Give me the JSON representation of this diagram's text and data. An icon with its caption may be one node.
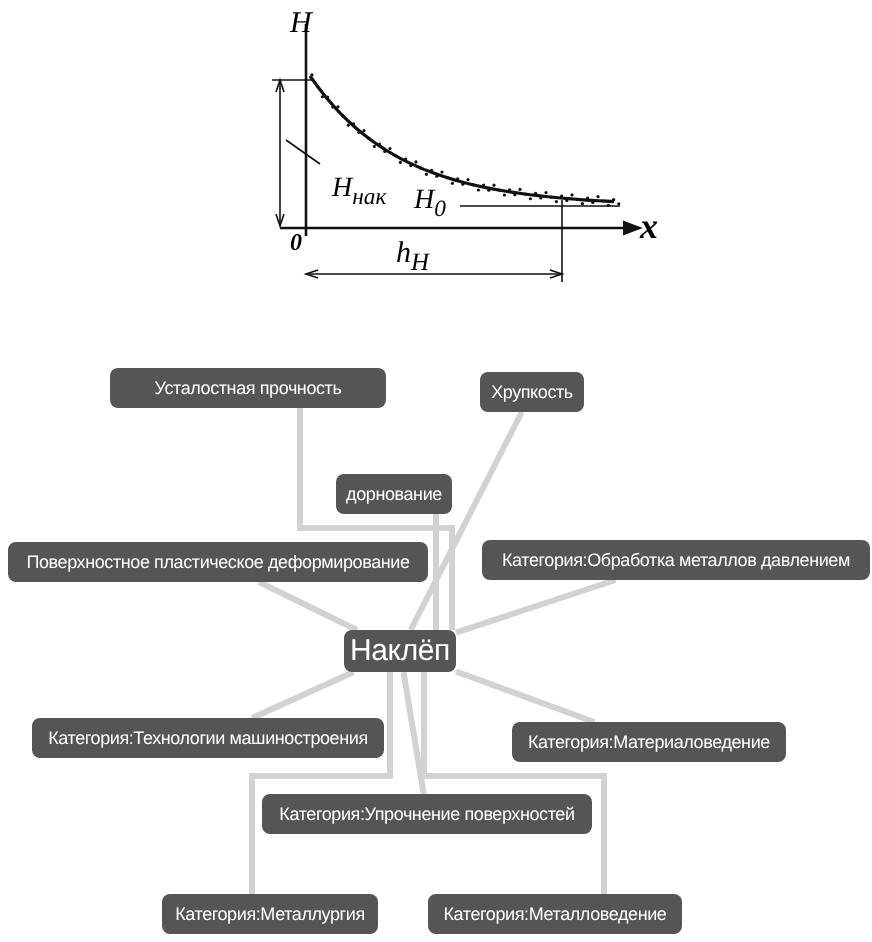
{
  "diagram": {
    "nodes": [
      {
        "text": [
          "Усталостная прочность"
        ]
      },
      {
        "text": [
          "Хрупкость"
        ]
      },
      {
        "text": [
          "дорнование"
        ]
      },
      {
        "text": [
          "Поверхностное пластическое деформирование"
        ]
      },
      {
        "text": [
          "Категория:Обработка металлов давлением"
        ]
      },
      {
        "text": [
          "Наклёп"
        ]
      },
      {
        "text": [
          "Категория:Технологии машиностроения"
        ]
      },
      {
        "text": [
          "Категория:Материаловедение"
        ]
      },
      {
        "text": [
          "Категория:Упрочнение поверхностей"
        ]
      },
      {
        "text": [
          "Категория:Металлургия"
        ]
      },
      {
        "text": [
          "Категория:Металловедение"
        ]
      }
    ],
    "edges": [
      {
        "from": 5,
        "to": 0,
        "arrow": "none"
      },
      {
        "from": 5,
        "to": 1,
        "arrow": "none"
      },
      {
        "from": 5,
        "to": 2,
        "arrow": "none"
      },
      {
        "from": 5,
        "to": 3,
        "arrow": "none"
      },
      {
        "from": 5,
        "to": 4,
        "arrow": "none"
      },
      {
        "from": 5,
        "to": 6,
        "arrow": "none"
      },
      {
        "from": 5,
        "to": 7,
        "arrow": "none"
      },
      {
        "from": 5,
        "to": 8,
        "arrow": "none"
      },
      {
        "from": 5,
        "to": 9,
        "arrow": "none"
      },
      {
        "from": 5,
        "to": 10,
        "arrow": "none"
      }
    ],
    "labels": [
      "H",
      "x",
      "H$_{нак}$",
      "H$_{0}$",
      "0",
      "h$_{H}$"
    ]
  }
}
